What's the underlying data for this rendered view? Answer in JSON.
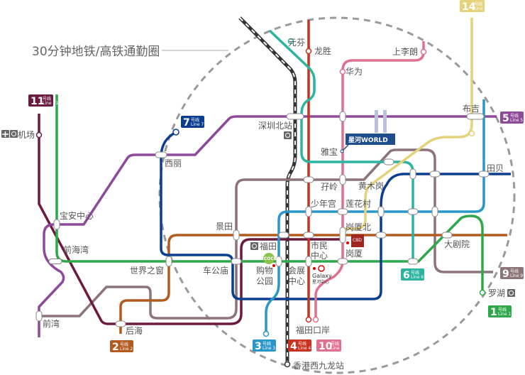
{
  "title": "30分钟地铁/高铁通勤圈",
  "lines": [
    {
      "id": "1",
      "num": "1",
      "sub": "号线",
      "en": "Line 1",
      "color": "#2EA84A"
    },
    {
      "id": "2",
      "num": "2",
      "sub": "号线",
      "en": "Line 2",
      "color": "#B35A1F"
    },
    {
      "id": "3",
      "num": "3",
      "sub": "号线",
      "en": "Line 3",
      "color": "#2A97C9"
    },
    {
      "id": "4",
      "num": "4",
      "sub": "号线",
      "en": "Line 4",
      "color": "#C8321E"
    },
    {
      "id": "5",
      "num": "5",
      "sub": "号线",
      "en": "Line 5",
      "color": "#8E4A9A"
    },
    {
      "id": "6",
      "num": "6",
      "sub": "号线",
      "en": "Line 6",
      "color": "#2BB5A0"
    },
    {
      "id": "7",
      "num": "7",
      "sub": "号线",
      "en": "Line 7",
      "color": "#0B3D91"
    },
    {
      "id": "9",
      "num": "9",
      "sub": "号线",
      "en": "Line 9",
      "color": "#8C7479"
    },
    {
      "id": "10",
      "num": "10",
      "sub": "号线",
      "en": "Line 10",
      "color": "#E07090"
    },
    {
      "id": "11",
      "num": "11",
      "sub": "号线",
      "en": "Line 11",
      "color": "#6B1B3F"
    },
    {
      "id": "14",
      "num": "14",
      "sub": "号线",
      "en": "Line 14",
      "color": "#E6D27A"
    }
  ],
  "stations": {
    "airport": "机场",
    "baoan_center": "宝安中心",
    "qianhaiwan": "前海湾",
    "qianwan": "前湾",
    "houhai": "后海",
    "xili": "西丽",
    "window_of_world": "世界之窗",
    "chegongmiao": "车公庙",
    "jingtian": "景田",
    "futian": "福田",
    "shopping_park_1": "购物",
    "shopping_park_2": "公园",
    "convention_1": "会展",
    "convention_2": "中心",
    "civic_1": "市民",
    "civic_2": "中心",
    "gangxia": "岗厦",
    "gangxia_north": "岗厦北",
    "lianhuacun": "莲花村",
    "children_palace": "少年宫",
    "maling": "孖岭",
    "huangmugang": "黄木岗",
    "yabao": "雅宝",
    "shenzhen_north": "深圳北站",
    "yuanfen": "元芬",
    "longsheng": "龙胜",
    "huawei": "华为",
    "shangliliang": "上李朗",
    "buji": "布吉",
    "tianbei": "田贝",
    "grand_theater": "大剧院",
    "luohu": "罗湖",
    "futian_port": "福田口岸",
    "hk_west_kowloon": "香港西九龙站"
  },
  "landmarks": {
    "xinghe_world": "星河WORLD",
    "galaxy": "Galaxy",
    "galaxy_cn": "星河中心",
    "coco": "COCO",
    "cbd": "CBD"
  }
}
